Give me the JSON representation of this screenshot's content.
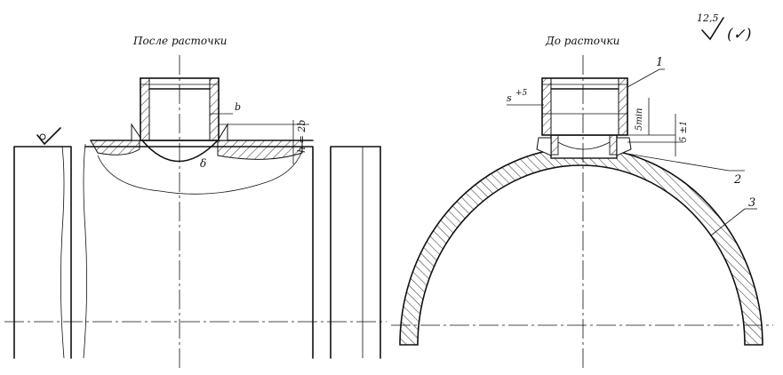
{
  "views": {
    "after": {
      "title": "После расточки"
    },
    "before": {
      "title": "До расточки"
    }
  },
  "dimensions": {
    "b": "b",
    "h": "h = 2b",
    "s": "s",
    "s_tol": "+5",
    "five_min": "5min",
    "five_tol": "5 ±1"
  },
  "callouts": [
    "1",
    "2",
    "3"
  ],
  "roughness": {
    "value": "12,5",
    "symbol": "(✓)"
  },
  "weld_mark": "δ",
  "colors": {
    "ink": "#111111",
    "paper": "#ffffff"
  }
}
